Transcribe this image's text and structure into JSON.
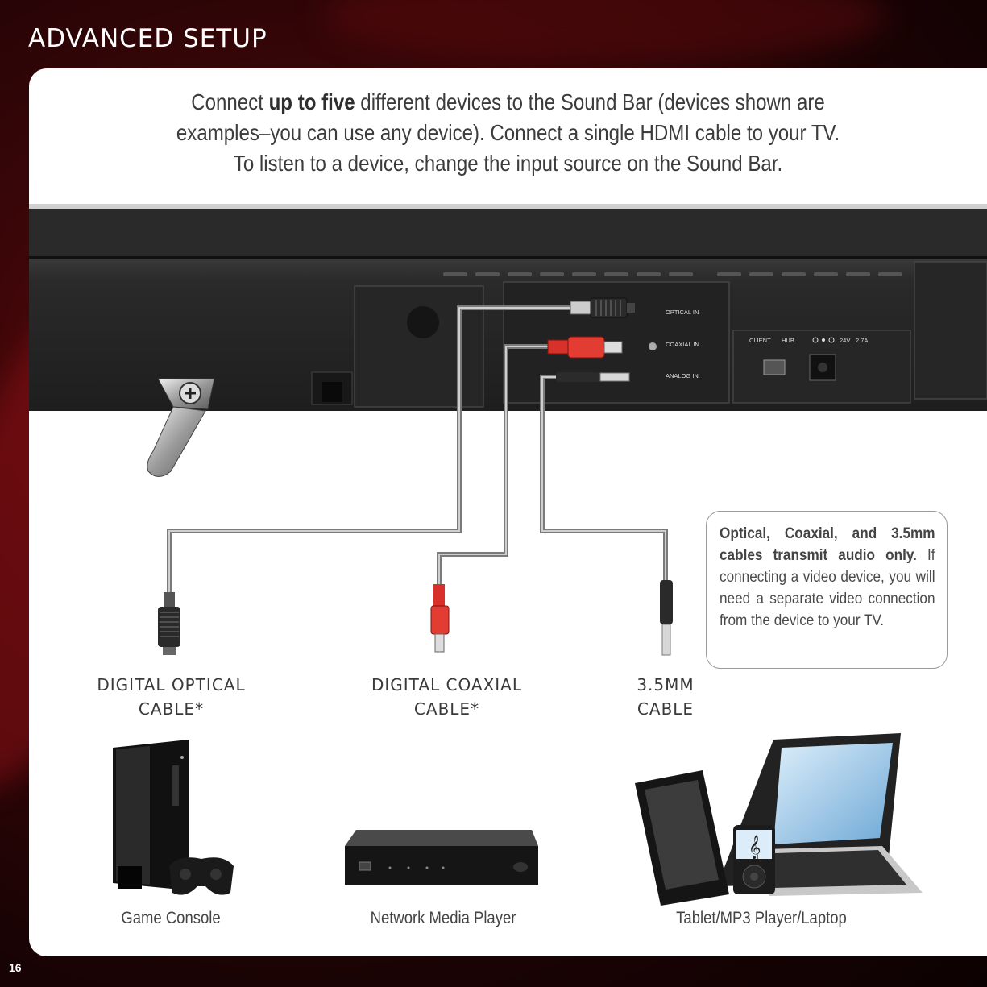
{
  "page": {
    "section_title": "ADVANCED SETUP",
    "page_number": "16"
  },
  "intro": {
    "line1_a": "Connect ",
    "line1_bold": "up to five",
    "line1_b": " different devices to the Sound Bar (devices shown are",
    "line2": "examples–you can use any device). Connect a single HDMI cable to your TV.",
    "line3": "To listen to a device, change the input source on the Sound Bar."
  },
  "soundbar_ports": {
    "optical_in": "OPTICAL IN",
    "coaxial_in": "COAXIAL IN",
    "analog_in": "ANALOG IN",
    "client": "CLIENT",
    "hub": "HUB",
    "power_rating_v": "24V",
    "power_rating_a": "2.7A"
  },
  "cables": {
    "optical_line1": "DIGITAL OPTICAL",
    "optical_line2": "CABLE*",
    "coaxial_line1": "DIGITAL COAXIAL",
    "coaxial_line2": "CABLE*",
    "mm_line1": "3.5MM",
    "mm_line2": "CABLE"
  },
  "note": {
    "bold": "Optical, Coaxial, and 3.5mm cables transmit audio only.",
    "text": " If connecting a video device, you will need a separate video connection from the device to your TV."
  },
  "devices": {
    "game_console": "Game Console",
    "media_player": "Network Media Player",
    "tablet_group": "Tablet/MP3 Player/Laptop"
  },
  "colors": {
    "panel": "#ffffff",
    "background": "#3a0608",
    "cable_gray": "#7a7a7a",
    "coax_red": "#d8302a"
  }
}
